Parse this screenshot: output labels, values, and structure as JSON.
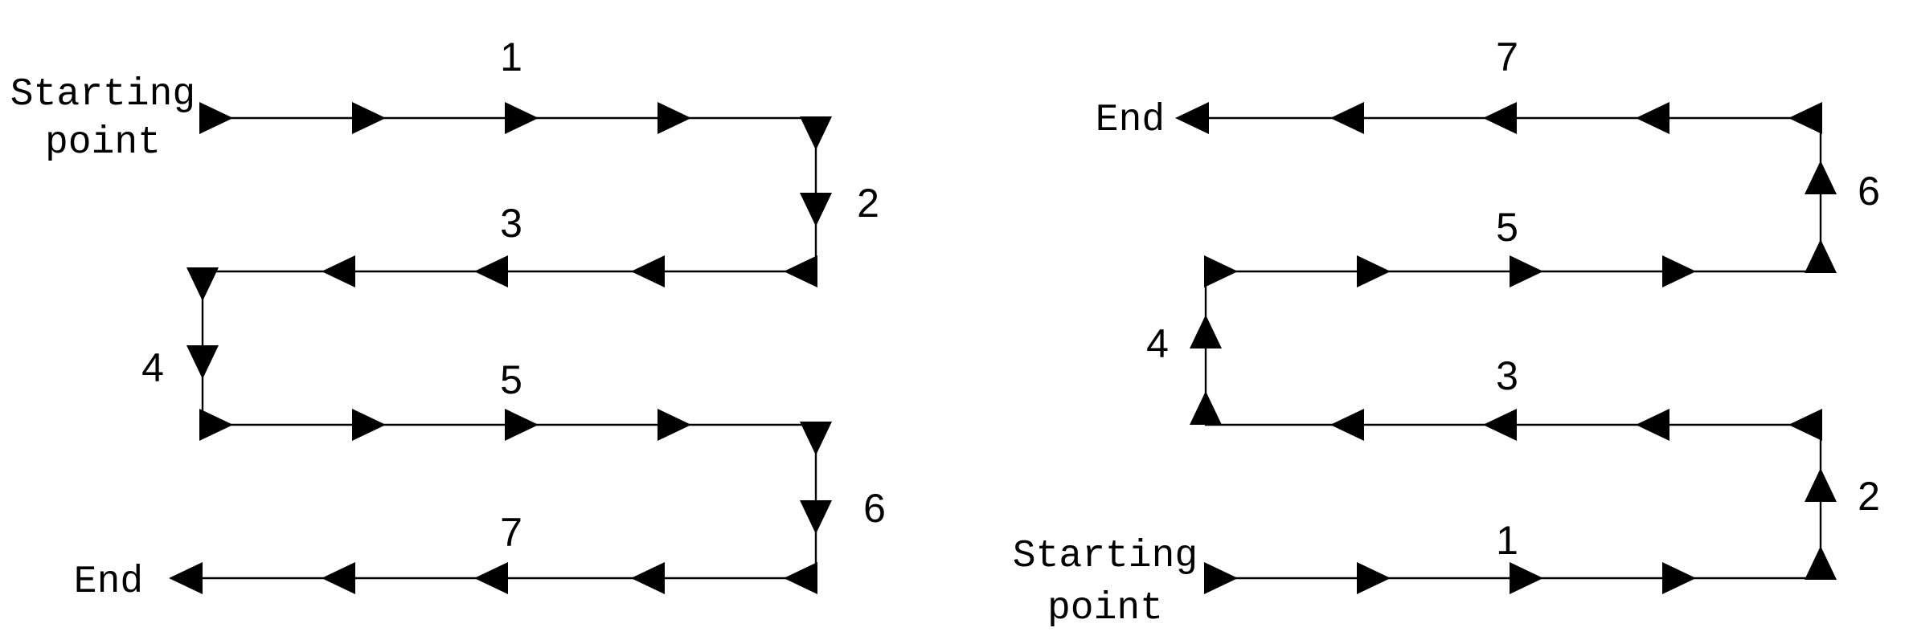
{
  "diagrams": [
    {
      "id": "left",
      "start_label": [
        "Starting",
        "point"
      ],
      "end_label": "End",
      "segment_numbers": [
        "1",
        "2",
        "3",
        "4",
        "5",
        "6",
        "7"
      ]
    },
    {
      "id": "right",
      "start_label": [
        "Starting",
        "point"
      ],
      "end_label": "End",
      "segment_numbers": [
        "1",
        "2",
        "3",
        "4",
        "5",
        "6",
        "7"
      ]
    }
  ],
  "colors": {
    "line": "#000000",
    "background": "#ffffff"
  }
}
